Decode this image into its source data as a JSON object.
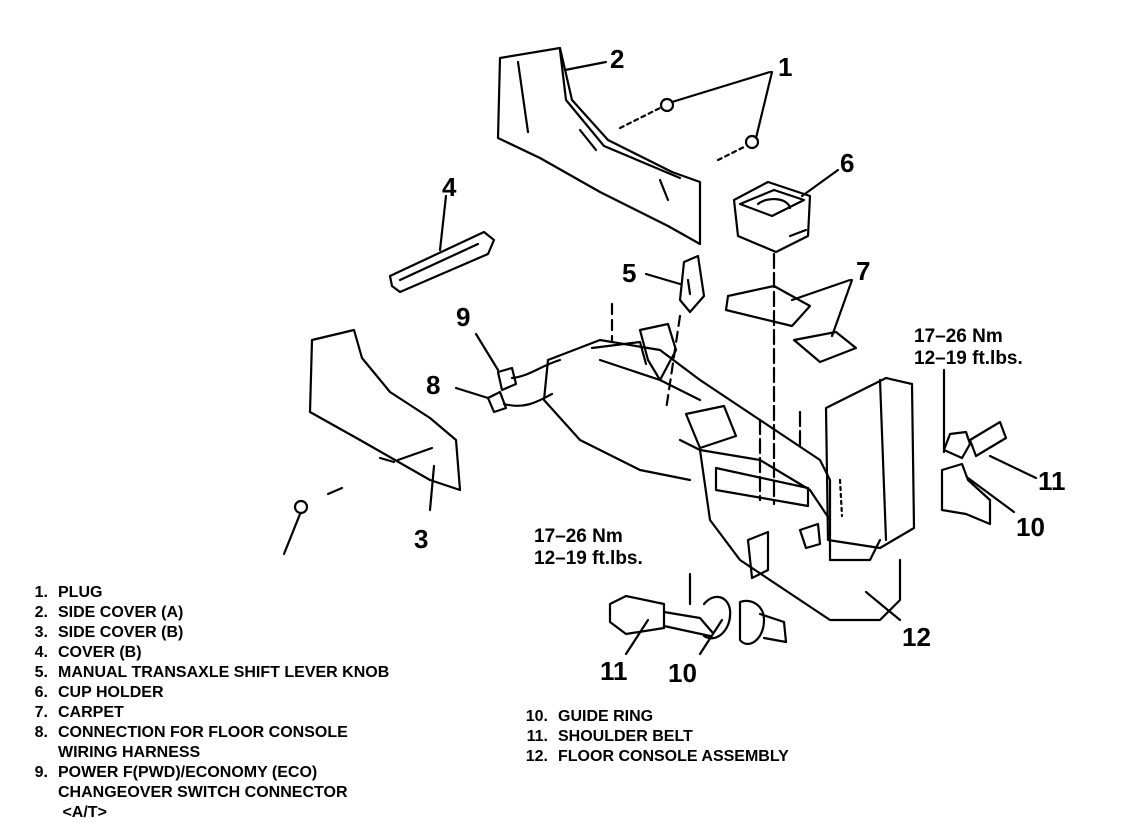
{
  "callouts": {
    "c1": "1",
    "c2": "2",
    "c3": "3",
    "c4": "4",
    "c5": "5",
    "c6": "6",
    "c7": "7",
    "c8": "8",
    "c9": "9",
    "c10a": "10",
    "c10b": "10",
    "c11a": "11",
    "c11b": "11",
    "c12": "12"
  },
  "torque_right": {
    "nm": "17–26 Nm",
    "ftlbs": "12–19 ft.lbs."
  },
  "torque_bottom": {
    "nm": "17–26 Nm",
    "ftlbs": "12–19 ft.lbs."
  },
  "legend_left": [
    {
      "num": "1.",
      "text": "PLUG"
    },
    {
      "num": "2.",
      "text": "SIDE COVER (A)"
    },
    {
      "num": "3.",
      "text": "SIDE COVER (B)"
    },
    {
      "num": "4.",
      "text": "COVER (B)"
    },
    {
      "num": "5.",
      "text": "MANUAL TRANSAXLE SHIFT LEVER KNOB"
    },
    {
      "num": "6.",
      "text": "CUP HOLDER"
    },
    {
      "num": "7.",
      "text": "CARPET"
    },
    {
      "num": "8.",
      "text": "CONNECTION FOR FLOOR CONSOLE"
    },
    {
      "num": "",
      "text": "WIRING HARNESS"
    },
    {
      "num": "9.",
      "text": "POWER F(PWD)/ECONOMY (ECO)"
    },
    {
      "num": "",
      "text": "CHANGEOVER SWITCH CONNECTOR"
    },
    {
      "num": "",
      "text": " <A/T>"
    }
  ],
  "legend_right": [
    {
      "num": "10.",
      "text": "GUIDE RING"
    },
    {
      "num": "11.",
      "text": "SHOULDER BELT"
    },
    {
      "num": "12.",
      "text": "FLOOR CONSOLE ASSEMBLY"
    }
  ]
}
